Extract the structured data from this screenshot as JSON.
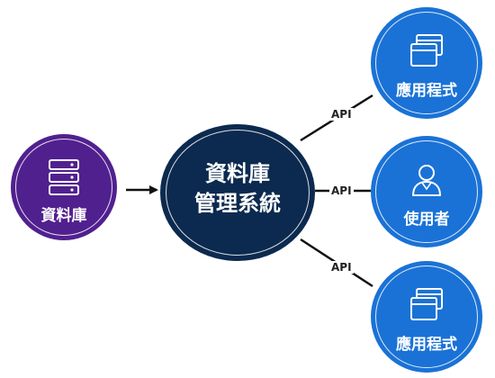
{
  "source": {
    "label": "資料庫",
    "color": "#51208f"
  },
  "center": {
    "line1": "資料庫",
    "line2": "管理系統",
    "color": "#0c2a4f"
  },
  "clients": [
    {
      "label": "應用程式",
      "icon": "window-stack-icon",
      "color": "#1a72d6"
    },
    {
      "label": "使用者",
      "icon": "user-icon",
      "color": "#1a72d6"
    },
    {
      "label": "應用程式",
      "icon": "window-stack-icon",
      "color": "#1a72d6"
    }
  ],
  "links": [
    {
      "label": "API"
    },
    {
      "label": "API"
    },
    {
      "label": "API"
    }
  ]
}
